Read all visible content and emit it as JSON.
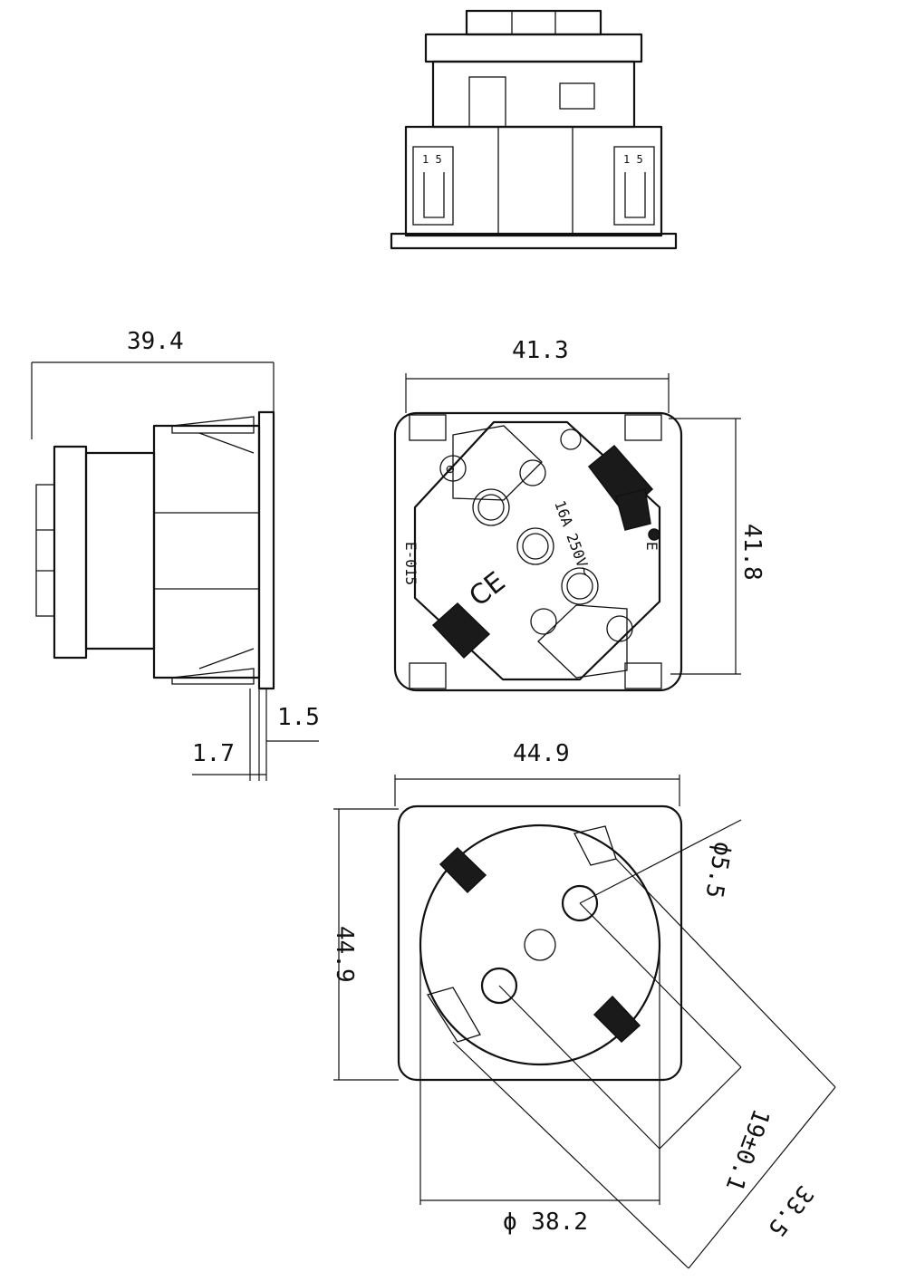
{
  "dimensions": {
    "side_depth": "39.4",
    "front_width": "41.3",
    "front_height": "41.8",
    "flange_thickness": "1.5",
    "flange_offset": "1.7",
    "bottom_width": "44.9",
    "bottom_height": "44.9",
    "pin_hole_dia": "ϕ5.5",
    "pin_spacing": "19±0.1",
    "contact_span": "33.5",
    "body_dia": "ϕ 38.2"
  },
  "front_markings": {
    "rating": "16A  250V~",
    "model": "E-015",
    "ce": "CE",
    "earth": "E"
  },
  "top_markings": {
    "left_tab": "1 5",
    "right_tab": "1 5"
  }
}
